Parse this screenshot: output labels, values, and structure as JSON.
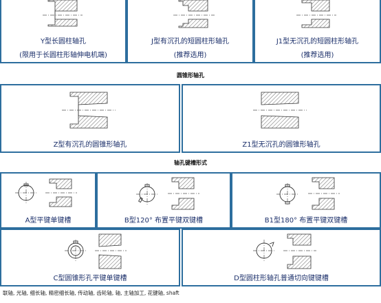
{
  "sections": {
    "cylindrical": {
      "items": [
        {
          "caption": "Y型长圆柱轴孔",
          "note": "(限用于长圆柱形轴伸电机端)"
        },
        {
          "caption": "J型有沉孔的短圆柱形轴孔",
          "note": "(推荐选用)"
        },
        {
          "caption": "J1型无沉孔的短圆柱形轴孔",
          "note": "(推荐选用)"
        }
      ]
    },
    "conical": {
      "title": "圆锥形轴孔",
      "items": [
        {
          "caption": "Z型有沉孔的圆锥形轴孔"
        },
        {
          "caption": "Z1型无沉孔的圆锥形轴孔"
        }
      ]
    },
    "keyway": {
      "title": "轴孔键槽形式",
      "items": [
        {
          "caption": "A型平键单键槽"
        },
        {
          "caption": "B型120° 布置平键双键槽"
        },
        {
          "caption": "B1型180° 布置平键双键槽"
        },
        {
          "caption": "C型圆锥形孔平键单键槽"
        },
        {
          "caption": "D型圆柱形轴孔普通切向键键槽"
        }
      ]
    }
  },
  "footer": "联轴, 光轴, 细长轴, 精密细长轴, 传动轴, 齿轮轴, 轴, 主轴加工, 花键轴, shaft"
}
